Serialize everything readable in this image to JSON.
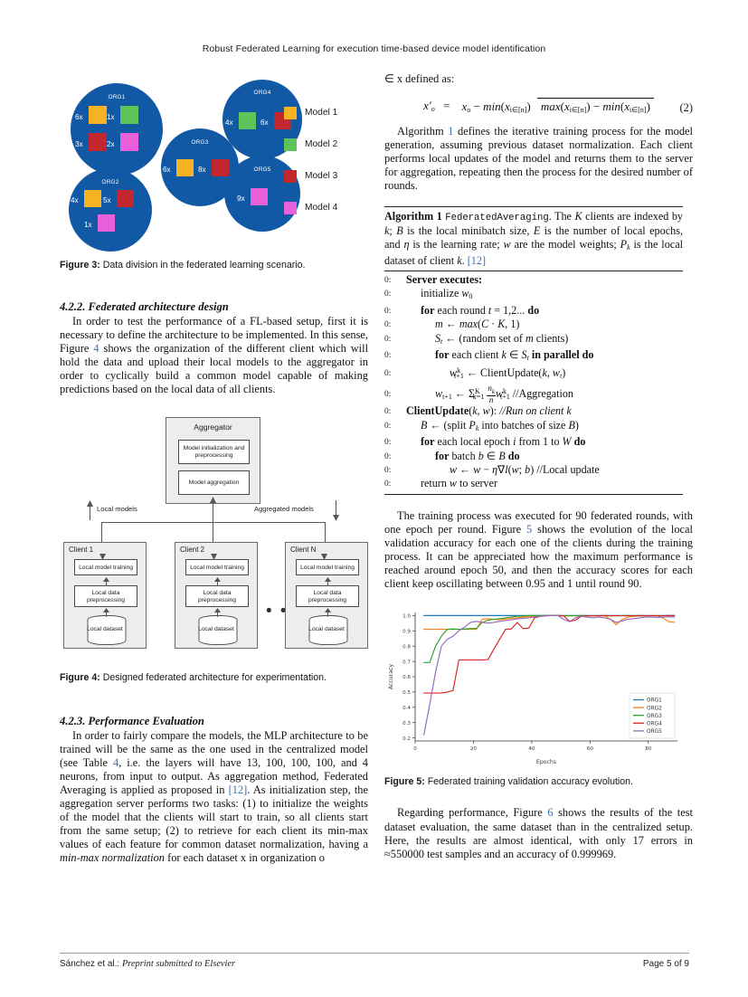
{
  "running_head": "Robust Federated Learning for execution time-based device model identification",
  "footer": {
    "authors": "Sánchez et al.:",
    "note": "Preprint submitted to Elsevier",
    "page": "Page 5 of 9"
  },
  "figure3": {
    "caption_label": "Figure 3:",
    "caption_text": "Data division in the federated learning scenario.",
    "orgs": [
      {
        "name": "ORG1",
        "items": [
          {
            "count": "6x",
            "model": "Model 1",
            "color": "#F5B324"
          },
          {
            "count": "1x",
            "model": "Model 2",
            "color": "#5EC45A"
          },
          {
            "count": "3x",
            "model": "Model 3",
            "color": "#C1272D"
          },
          {
            "count": "2x",
            "model": "Model 4",
            "color": "#E860DC"
          }
        ]
      },
      {
        "name": "ORG2",
        "items": [
          {
            "count": "4x",
            "model": "Model 1",
            "color": "#F5B324"
          },
          {
            "count": "5x",
            "model": "Model 3",
            "color": "#C1272D"
          },
          {
            "count": "1x",
            "model": "Model 4",
            "color": "#E860DC"
          }
        ]
      },
      {
        "name": "ORG3",
        "items": [
          {
            "count": "6x",
            "model": "Model 1",
            "color": "#F5B324"
          },
          {
            "count": "8x",
            "model": "Model 3",
            "color": "#C1272D"
          }
        ]
      },
      {
        "name": "ORG4",
        "items": [
          {
            "count": "4x",
            "model": "Model 2",
            "color": "#5EC45A"
          },
          {
            "count": "6x",
            "model": "Model 3",
            "color": "#C1272D"
          }
        ]
      },
      {
        "name": "ORG5",
        "items": [
          {
            "count": "9x",
            "model": "Model 4",
            "color": "#E860DC"
          }
        ]
      }
    ],
    "legend": [
      {
        "label": "Model 1",
        "color": "#F5B324"
      },
      {
        "label": "Model 2",
        "color": "#5EC45A"
      },
      {
        "label": "Model 3",
        "color": "#C1272D"
      },
      {
        "label": "Model 4",
        "color": "#E860DC"
      }
    ]
  },
  "section_422": {
    "heading": "4.2.2.  Federated architecture design",
    "p1_a": "In order to test the performance of a FL-based setup, first it is necessary to define the architecture to be implemented. In this sense, Figure ",
    "p1_ref": "4",
    "p1_b": " shows the organization of the different client which will hold the data and upload their local models to the aggregator in order to cyclically build a common model capable of making predictions based on the local data of all clients."
  },
  "figure4": {
    "caption_label": "Figure 4:",
    "caption_text": "Designed federated architecture for experimentation.",
    "aggregator_title": "Aggregator",
    "agg_box1": "Model initialization and preprocessing",
    "agg_box2": "Model aggregation",
    "label_local_models": "Local models",
    "label_aggregated_models": "Aggregated models",
    "clients": [
      {
        "title": "Client 1",
        "training": "Local model training",
        "preproc": "Local data preprocessing",
        "dataset": "Local dataset"
      },
      {
        "title": "Client 2",
        "training": "Local model training",
        "preproc": "Local data preprocessing",
        "dataset": "Local dataset"
      },
      {
        "title": "Client N",
        "training": "Local model training",
        "preproc": "Local data preprocessing",
        "dataset": "Local dataset"
      }
    ],
    "ellipsis": "• • •"
  },
  "section_423": {
    "heading": "4.2.3.  Performance Evaluation",
    "p1_a": "In order to fairly compare the models, the MLP architecture to be trained will be the same as the one used in the centralized model (see Table ",
    "p1_ref1": "4",
    "p1_b": ", i.e. the layers will have 13, 100, 100, 100, and 4 neurons, from input to output.  As aggregation method, Federated Averaging is applied as proposed in ",
    "p1_ref2": "[12]",
    "p1_c": ". As initialization step, the aggregation server performs two tasks:  (1) to initialize the weights of the model that the clients will start to train, so all clients start from the same setup; (2) to retrieve for each client its min-max values of each feature for common dataset normalization, having a ",
    "p1_italic": "min-max normalization",
    "p1_d": " for each dataset x in organization o"
  },
  "right_column": {
    "cont_line": "∈ x defined as:",
    "equation": {
      "lhs": "x′o",
      "numerator": "xo − min(xi∈[n])",
      "denominator": "max(xi∈[n]) − min(xi∈[n])",
      "number": "(2)"
    },
    "p_algo_a": "Algorithm ",
    "p_algo_ref": "1",
    "p_algo_b": " defines the iterative training process for the model generation, assuming previous dataset normalization. Each client performs local updates of the model and returns them to the server for aggregation, repeating then the process for the desired number of rounds.",
    "p_training": "The training process was executed for 90 federated rounds, with one epoch per round. Figure ",
    "p_training_ref": "5",
    "p_training_b": " shows the evolution of the local validation accuracy for each one of the clients during the training process. It can be appreciated how the maximum performance is reached around epoch 50, and then the accuracy scores for each client keep oscillating between 0.95 and 1 until round 90.",
    "p_perf_a": "Regarding performance, Figure ",
    "p_perf_ref": "6",
    "p_perf_b": " shows the results of the test dataset evaluation, the same dataset than in the centralized setup.  Here, the results are almost identical, with only 17 errors in ≈550000 test samples and an accuracy of 0.999969."
  },
  "algorithm": {
    "label": "Algorithm 1",
    "name": "FederatedAveraging",
    "desc_a": ". The K clients are indexed by k; B is the local minibatch size, E is the number of local epochs, and η is the learning rate; w are the model weights; Pk is the local dataset of client k. ",
    "desc_ref": "[12]",
    "lines": [
      {
        "n": "0:",
        "indent": 1,
        "text": "Server executes:"
      },
      {
        "n": "0:",
        "indent": 2,
        "text": "initialize w0"
      },
      {
        "n": "0:",
        "indent": 2,
        "text": "for each round t = 1,2... do"
      },
      {
        "n": "0:",
        "indent": 3,
        "text": "m ← max(C · K, 1)"
      },
      {
        "n": "0:",
        "indent": 3,
        "text": "St ← (random set of m clients)"
      },
      {
        "n": "0:",
        "indent": 3,
        "text": "for each client k ∈ St in parallel do"
      },
      {
        "n": "0:",
        "indent": 4,
        "text": "wkt+1 ← ClientUpdate(k, wt)"
      },
      {
        "n": "0:",
        "indent": 3,
        "text": "wt+1 ← ΣKk=1 nk/n wkt+1 //Aggregation"
      },
      {
        "n": "0:",
        "indent": 1,
        "text": "ClientUpdate(k, w): //Run on client k"
      },
      {
        "n": "0:",
        "indent": 2,
        "text": "B ← (split Pk into batches of size B)"
      },
      {
        "n": "0:",
        "indent": 2,
        "text": "for each local epoch i from 1 to W do"
      },
      {
        "n": "0:",
        "indent": 3,
        "text": "for batch b ∈ B do"
      },
      {
        "n": "0:",
        "indent": 4,
        "text": "w ← w − η∇l(w; b) //Local update"
      },
      {
        "n": "0:",
        "indent": 2,
        "text": "return w to server"
      }
    ]
  },
  "figure5": {
    "caption_label": "Figure 5:",
    "caption_text": "Federated training validation accuracy evolution."
  },
  "chart_data": {
    "type": "line",
    "title": "",
    "xlabel": "Epochs",
    "ylabel": "Accuracy",
    "xlim": [
      0,
      90
    ],
    "ylim": [
      0.18,
      1.02
    ],
    "xticks": [
      0,
      20,
      40,
      60,
      80
    ],
    "yticks": [
      0.2,
      0.3,
      0.4,
      0.5,
      0.6,
      0.7,
      0.8,
      0.9,
      1.0
    ],
    "grid": false,
    "legend_position": "lower right",
    "x": [
      3,
      5,
      7,
      9,
      11,
      13,
      15,
      17,
      19,
      21,
      23,
      25,
      27,
      29,
      31,
      33,
      35,
      37,
      39,
      41,
      43,
      45,
      47,
      49,
      51,
      53,
      55,
      57,
      59,
      61,
      63,
      65,
      67,
      69,
      71,
      73,
      75,
      77,
      79,
      81,
      83,
      85,
      87,
      89
    ],
    "series": [
      {
        "name": "ORG1",
        "color": "#1f77b4",
        "values": [
          1.0,
          1.0,
          1.0,
          1.0,
          1.0,
          1.0,
          1.0,
          1.0,
          1.0,
          1.0,
          1.0,
          1.0,
          1.0,
          1.0,
          1.0,
          1.0,
          1.0,
          1.0,
          1.0,
          1.0,
          1.0,
          1.0,
          1.0,
          1.0,
          1.0,
          1.0,
          1.0,
          1.0,
          1.0,
          1.0,
          1.0,
          1.0,
          1.0,
          1.0,
          1.0,
          1.0,
          1.0,
          1.0,
          1.0,
          1.0,
          1.0,
          1.0,
          1.0,
          1.0
        ]
      },
      {
        "name": "ORG2",
        "color": "#ff7f0e",
        "values": [
          0.91,
          0.91,
          0.91,
          0.91,
          0.91,
          0.91,
          0.91,
          0.91,
          0.91,
          0.91,
          0.975,
          0.98,
          0.975,
          0.972,
          0.978,
          0.982,
          0.985,
          0.99,
          0.992,
          0.995,
          0.998,
          1.0,
          1.0,
          1.0,
          0.999,
          0.998,
          0.999,
          1.0,
          0.999,
          0.998,
          0.999,
          0.999,
          0.975,
          0.94,
          0.975,
          0.99,
          0.995,
          0.998,
          0.999,
          1.0,
          1.0,
          0.985,
          0.96,
          0.955
        ]
      },
      {
        "name": "ORG3",
        "color": "#2ca02c",
        "values": [
          0.693,
          0.693,
          0.8,
          0.865,
          0.91,
          0.912,
          0.91,
          0.912,
          0.915,
          0.915,
          0.955,
          0.97,
          0.975,
          0.98,
          0.985,
          0.99,
          0.995,
          0.997,
          1.0,
          1.0,
          1.0,
          1.0,
          1.0,
          1.0,
          0.998,
          0.999,
          0.999,
          1.0,
          0.999,
          0.998,
          0.999,
          0.999,
          0.998,
          0.999,
          0.999,
          1.0,
          0.999,
          0.998,
          0.999,
          0.999,
          0.998,
          0.999,
          0.999,
          0.998
        ]
      },
      {
        "name": "ORG4",
        "color": "#d62728",
        "values": [
          0.493,
          0.493,
          0.493,
          0.494,
          0.5,
          0.51,
          0.71,
          0.71,
          0.71,
          0.71,
          0.71,
          0.712,
          0.78,
          0.845,
          0.91,
          0.912,
          0.955,
          0.915,
          0.918,
          0.985,
          0.995,
          0.998,
          1.0,
          1.0,
          0.998,
          0.962,
          0.97,
          0.995,
          0.998,
          0.999,
          0.999,
          1.0,
          0.999,
          0.999,
          0.999,
          0.999,
          0.999,
          1.0,
          0.999,
          0.999,
          0.999,
          0.999,
          1.0,
          1.0
        ]
      },
      {
        "name": "ORG5",
        "color": "#9467bd",
        "values": [
          0.22,
          0.42,
          0.63,
          0.8,
          0.845,
          0.865,
          0.9,
          0.925,
          0.955,
          0.962,
          0.955,
          0.95,
          0.955,
          0.962,
          0.968,
          0.972,
          0.978,
          0.982,
          0.985,
          0.99,
          0.995,
          1.0,
          1.0,
          1.0,
          0.975,
          0.96,
          0.985,
          0.995,
          0.99,
          0.985,
          0.99,
          0.985,
          0.975,
          0.955,
          0.965,
          0.975,
          0.98,
          0.985,
          0.99,
          0.99,
          0.988,
          0.99,
          0.992,
          0.99
        ]
      }
    ]
  }
}
